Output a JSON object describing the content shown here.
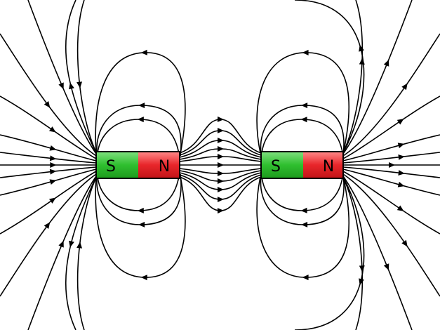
{
  "magnets": [
    {
      "south_label": "S",
      "north_label": "N"
    },
    {
      "south_label": "S",
      "north_label": "N"
    }
  ],
  "colors": {
    "north_pole": "#e8262b",
    "south_pole": "#2fbf2f",
    "field_lines": "#000000",
    "background": "#ffffff"
  }
}
